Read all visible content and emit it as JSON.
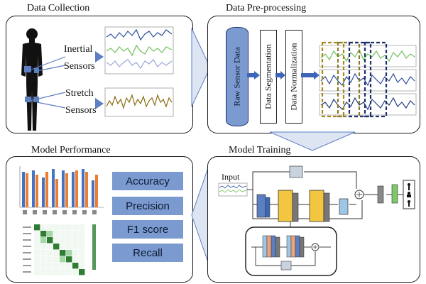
{
  "panels": {
    "collection": {
      "title": "Data Collection",
      "inertial_label_line1": "Inertial",
      "inertial_label_line2": "Sensors",
      "stretch_label_line1": "Stretch",
      "stretch_label_line2": "Sensors"
    },
    "preprocessing": {
      "title": "Data Pre-processing",
      "steps": [
        "Raw Sensor Data",
        "Data Segmentation",
        "Data Normalization"
      ]
    },
    "performance": {
      "title": "Model Performance",
      "metrics": [
        "Accuracy",
        "Precision",
        "F1 score",
        "Recall"
      ]
    },
    "training": {
      "title": "Model Training",
      "input_label": "Input"
    }
  },
  "colors": {
    "accent_blue": "#5b7fc2",
    "metric_fill": "#7b9ad0",
    "bar_blue": "#4472c4",
    "bar_orange": "#ed7d31",
    "heat_green": "#2e7d32",
    "yellow_block": "#f2c640",
    "dash_yellow": "#a88a1a",
    "dash_navy": "#1f2f6b"
  },
  "icons": [
    "human-body-icon",
    "activity-icons"
  ]
}
